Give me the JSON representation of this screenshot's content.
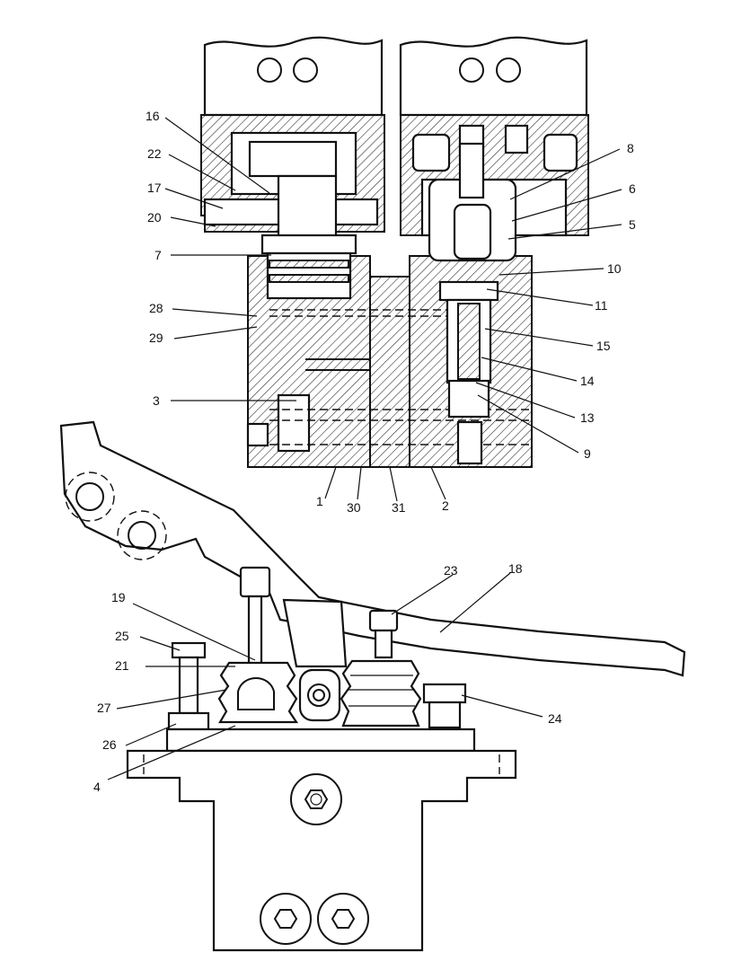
{
  "labels": {
    "l1": "1",
    "l2": "2",
    "l3": "3",
    "l4": "4",
    "l5": "5",
    "l6": "6",
    "l7": "7",
    "l8": "8",
    "l9": "9",
    "l10": "10",
    "l11": "11",
    "l13": "13",
    "l14": "14",
    "l15": "15",
    "l16": "16",
    "l17": "17",
    "l18": "18",
    "l19": "19",
    "l20": "20",
    "l21": "21",
    "l22": "22",
    "l23": "23",
    "l24": "24",
    "l25": "25",
    "l26": "26",
    "l27": "27",
    "l28": "28",
    "l29": "29",
    "l30": "30",
    "l31": "31"
  },
  "colors": {
    "line": "#111111",
    "background": "#ffffff"
  }
}
